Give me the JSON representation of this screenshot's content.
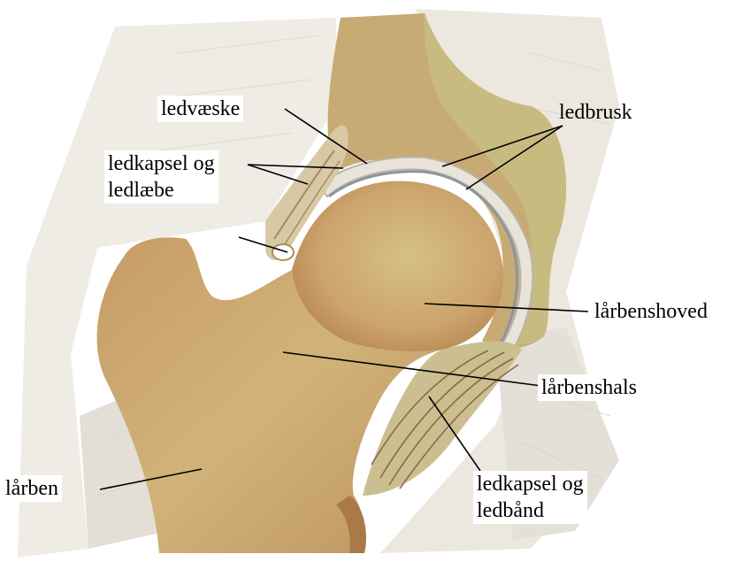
{
  "labels": {
    "ledvaeske": "ledvæske",
    "ledbrusk": "ledbrusk",
    "ledkapsel_ledlaebe": [
      "ledkapsel og",
      "ledlæbe"
    ],
    "laarbenshoved": "lårbenshoved",
    "laarbenshals": "lårbenshals",
    "laarben": "lårben",
    "ledkapsel_ledbaand": [
      "ledkapsel og",
      "ledbånd"
    ]
  },
  "colors": {
    "bone": "#c9a06a",
    "bone_light": "#d8c27e",
    "cartilage": "#e6e1d6",
    "synovial_fluid": "#9aa0a6",
    "capsule": "#b9ae72",
    "muscle": "#e7dcc8",
    "background_tissue": "#eeeae2",
    "leader_line": "#000000"
  }
}
